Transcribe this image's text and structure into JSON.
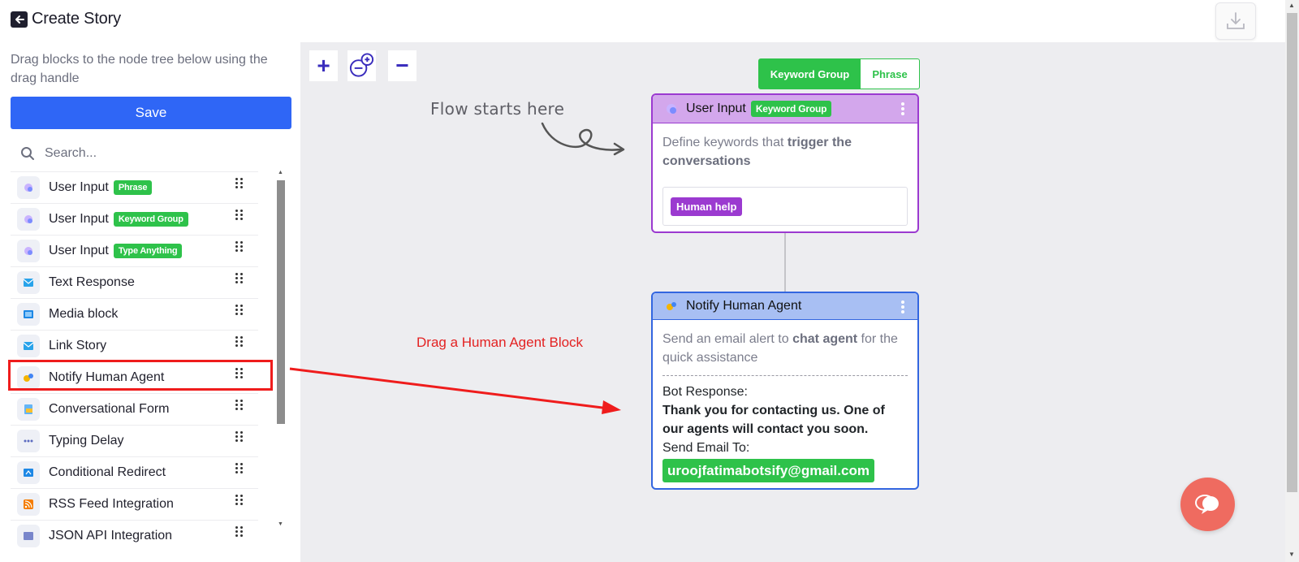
{
  "header": {
    "title": "Create Story"
  },
  "sidebar": {
    "hint": "Drag blocks to the node tree below using the drag handle",
    "save_label": "Save",
    "search_placeholder": "Search...",
    "blocks": [
      {
        "label": "User Input",
        "badge": "Phrase",
        "icon": "user-input-icon"
      },
      {
        "label": "User Input",
        "badge": "Keyword Group",
        "icon": "user-input-icon"
      },
      {
        "label": "User Input",
        "badge": "Type Anything",
        "icon": "user-input-icon"
      },
      {
        "label": "Text Response",
        "icon": "text-response-icon"
      },
      {
        "label": "Media block",
        "icon": "media-block-icon"
      },
      {
        "label": "Link Story",
        "icon": "link-story-icon"
      },
      {
        "label": "Notify Human Agent",
        "icon": "notify-human-agent-icon"
      },
      {
        "label": "Conversational Form",
        "icon": "conversational-form-icon"
      },
      {
        "label": "Typing Delay",
        "icon": "typing-delay-icon"
      },
      {
        "label": "Conditional Redirect",
        "icon": "conditional-redirect-icon"
      },
      {
        "label": "RSS Feed Integration",
        "icon": "rss-feed-icon"
      },
      {
        "label": "JSON API Integration",
        "icon": "json-api-icon"
      }
    ]
  },
  "canvas": {
    "flow_note": "Flow starts here",
    "drag_note": "Drag a Human Agent Block",
    "toggle": {
      "option1": "Keyword Group",
      "option2": "Phrase"
    },
    "user_input_node": {
      "title": "User Input",
      "badge": "Keyword Group",
      "desc_prefix": "Define keywords that ",
      "desc_bold": "trigger the conversations",
      "keyword": "Human help"
    },
    "notify_node": {
      "title": "Notify Human Agent",
      "desc_prefix": "Send an email alert to ",
      "desc_bold": "chat agent",
      "desc_suffix": " for the quick assistance",
      "bot_response_label": "Bot Response:",
      "bot_response": "Thank you for contacting us. One of our agents will contact you soon.",
      "send_email_label": "Send Email To:",
      "email": "uroojfatimabotsify@gmail.com"
    }
  },
  "colors": {
    "primary": "#2f66f6",
    "green": "#2ec24a",
    "purple": "#9b3ad0",
    "blue_border": "#3366e0",
    "annotation_red": "#ef1c1c",
    "fab": "#ef6b60"
  }
}
